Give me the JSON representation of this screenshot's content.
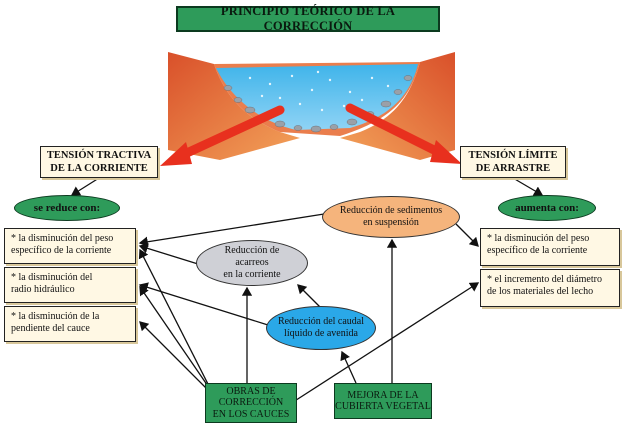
{
  "title": "PRINCIPIO TEÓRICO DE LA CORRECCIÓN",
  "colors": {
    "green_box": "#2e9b5a",
    "cream_box": "#fff8e4",
    "orange_ellipse": "#f5b47c",
    "grey_ellipse": "#cfd0d6",
    "blue_ellipse": "#2aa8e8",
    "arrow_red": "#e8301e",
    "bank_orange": "#e8703a"
  },
  "tension_tractiva": {
    "line1": "TENSIÓN TRACTIVA",
    "line2": "DE LA CORRIENTE",
    "qualifier": "se reduce con:",
    "items": [
      {
        "line1": "* la disminución del peso",
        "line2": "específico de la corriente"
      },
      {
        "line1": "* la disminución del",
        "line2": "radio hidráulico"
      },
      {
        "line1": "* la disminución de la",
        "line2": "pendiente del cauce"
      }
    ]
  },
  "tension_limite": {
    "line1": "TENSIÓN LÍMITE",
    "line2": "DE ARRASTRE",
    "qualifier": "aumenta con:",
    "items": [
      {
        "line1": "* la disminución del peso",
        "line2": "específico de la corriente"
      },
      {
        "line1": "* el incremento del diámetro",
        "line2": "de los materiales del lecho"
      }
    ]
  },
  "causes": {
    "sedimentos": {
      "line1": "Reducción de sedimentos",
      "line2": "en suspensión"
    },
    "acarreos": {
      "line1": "Reducción de acarreos",
      "line2": "en la corriente"
    },
    "caudal": {
      "line1": "Reducción del caudal",
      "line2": "líquido de avenida"
    }
  },
  "actions": {
    "obras": {
      "line1": "OBRAS DE",
      "line2": "CORRECCIÓN",
      "line3": "EN LOS CAUCES"
    },
    "mejora": {
      "line1": "MEJORA DE LA",
      "line2": "CUBIERTA VEGETAL"
    }
  }
}
